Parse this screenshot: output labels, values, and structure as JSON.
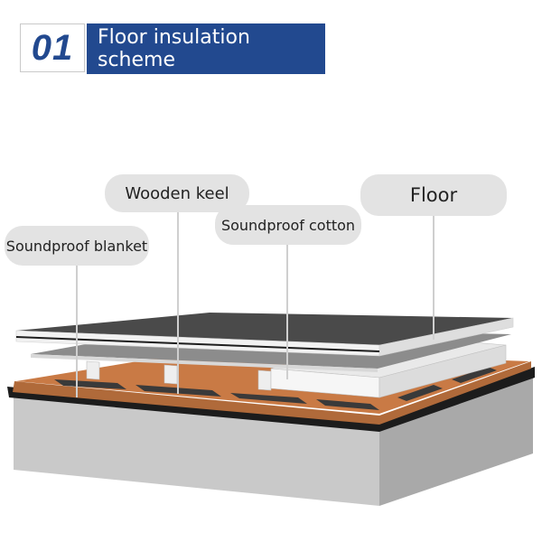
{
  "header": {
    "number": "01",
    "title": "Floor insulation scheme"
  },
  "labels": {
    "wooden_keel": "Wooden keel",
    "floor": "Floor",
    "soundproof_cotton": "Soundproof cotton",
    "soundproof_blanket": "Soundproof blanket"
  },
  "colors": {
    "header_blue": "#22498f",
    "callout_bg": "#e3e3e3",
    "concrete": "#c8c8c8",
    "blanket_brown": "#b06a3a",
    "floor_dark": "#4a4a4a"
  }
}
